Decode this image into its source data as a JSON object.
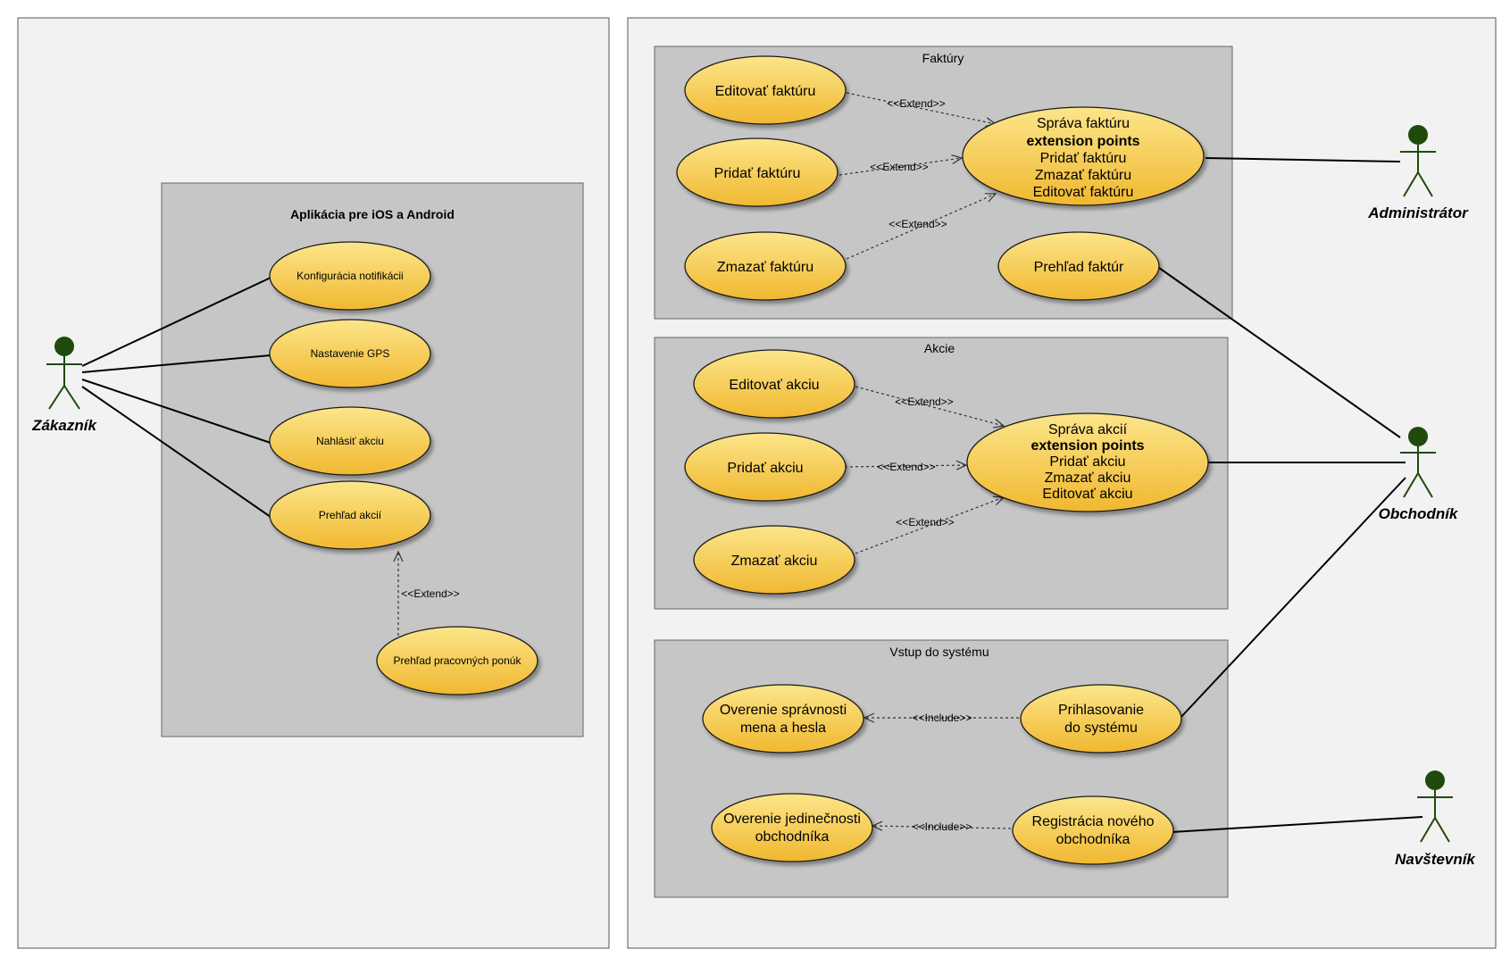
{
  "colors": {
    "usecase_fill_top": "#fce58a",
    "usecase_fill_bottom": "#f0b830",
    "usecase_stroke": "#1a1a1a",
    "package_fill": "#c6c6c6",
    "frame_fill": "#f2f2f2",
    "actor_head": "#1f4a0c"
  },
  "left_panel": {
    "app_box": {
      "title": "Aplikácia pre iOS a Android",
      "usecases": {
        "konfig": "Konfigurácia notifikácii",
        "gps": "Nastavenie GPS",
        "nahlasit": "Nahlásiť akciu",
        "prehlad_akcii": "Prehľad akcií",
        "prehlad_ponuk": "Prehľad pracovných ponúk"
      },
      "extend_label": "<<Extend>>"
    },
    "actor": {
      "name": "Zákazník",
      "icon": "stick-figure-icon"
    }
  },
  "right_panel": {
    "faktury": {
      "title": "Faktúry",
      "editovat": "Editovať faktúru",
      "pridat": "Pridať faktúru",
      "zmazat": "Zmazať faktúru",
      "prehlad": "Prehľad faktúr",
      "sprava": {
        "line1": "Správa faktúru",
        "line2": "extension points",
        "line3": "Pridať faktúru",
        "line4": "Zmazať faktúru",
        "line5": "Editovať faktúru"
      },
      "extend_label": "<<Extend>>"
    },
    "akcie": {
      "title": "Akcie",
      "editovat": "Editovať akciu",
      "pridat": "Pridať akciu",
      "zmazat": "Zmazať akciu",
      "sprava": {
        "line1": "Správa akcií",
        "line2": "extension points",
        "line3": "Pridať akciu",
        "line4": "Zmazať akciu",
        "line5": "Editovať akciu"
      },
      "extend_label": "<<Extend>>"
    },
    "vstup": {
      "title": "Vstup do systému",
      "overenie_spravnosti": {
        "line1": "Overenie správnosti",
        "line2": "mena a hesla"
      },
      "prihlasovanie": {
        "line1": "Prihlasovanie",
        "line2": "do systému"
      },
      "overenie_jedinecnosti": {
        "line1": "Overenie jedinečnosti",
        "line2": "obchodníka"
      },
      "registracia": {
        "line1": "Registrácia nového",
        "line2": "obchodníka"
      },
      "include_label": "<<Include>>"
    },
    "actors": {
      "administrator": "Administrátor",
      "obchodnik": "Obchodník",
      "navstevnik": "Navštevník"
    }
  }
}
